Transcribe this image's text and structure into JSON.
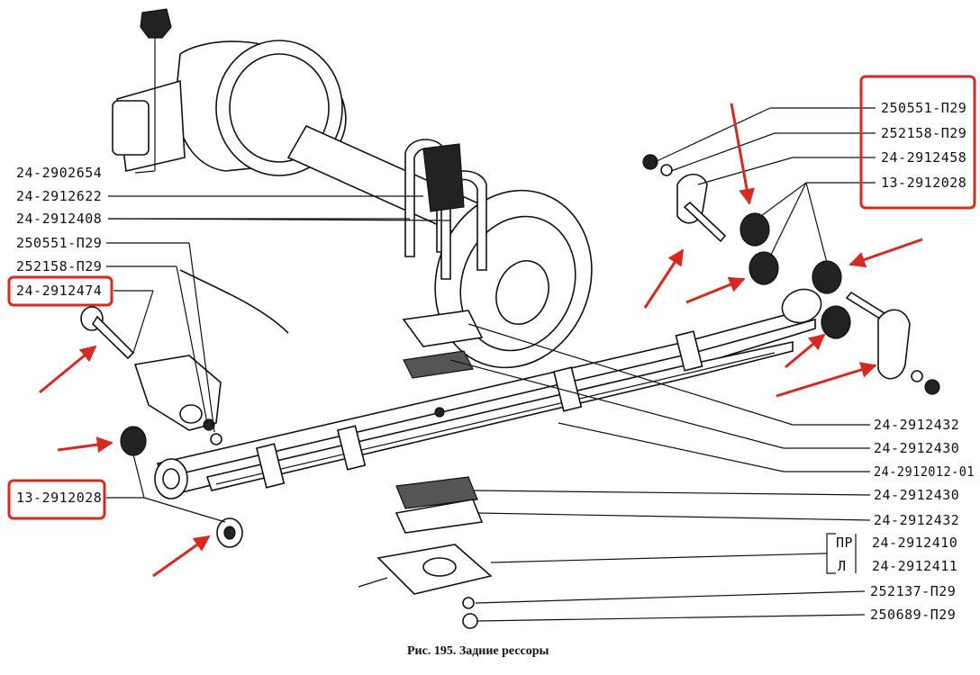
{
  "caption": "Рис. 195. Задние рессоры",
  "left_labels": [
    "24-2902654",
    "24-2912622",
    "24-2912408",
    "250551-П29",
    "252158-П29",
    "24-2912474"
  ],
  "left_bottom_label": "13-2912028",
  "right_top_labels": [
    "250551-П29",
    "252158-П29",
    "24-2912458",
    "13-2912028"
  ],
  "right_labels": [
    "24-2912432",
    "24-2912430",
    "24-2912012-01",
    "24-2912430",
    "24-2912432"
  ],
  "side_group": {
    "marks": [
      "ПР",
      "Л"
    ],
    "labels": [
      "24-2912410",
      "24-2912411"
    ]
  },
  "bottom_labels": [
    "252137-П29",
    "250689-П29"
  ],
  "highlight_color": "#d62a20"
}
